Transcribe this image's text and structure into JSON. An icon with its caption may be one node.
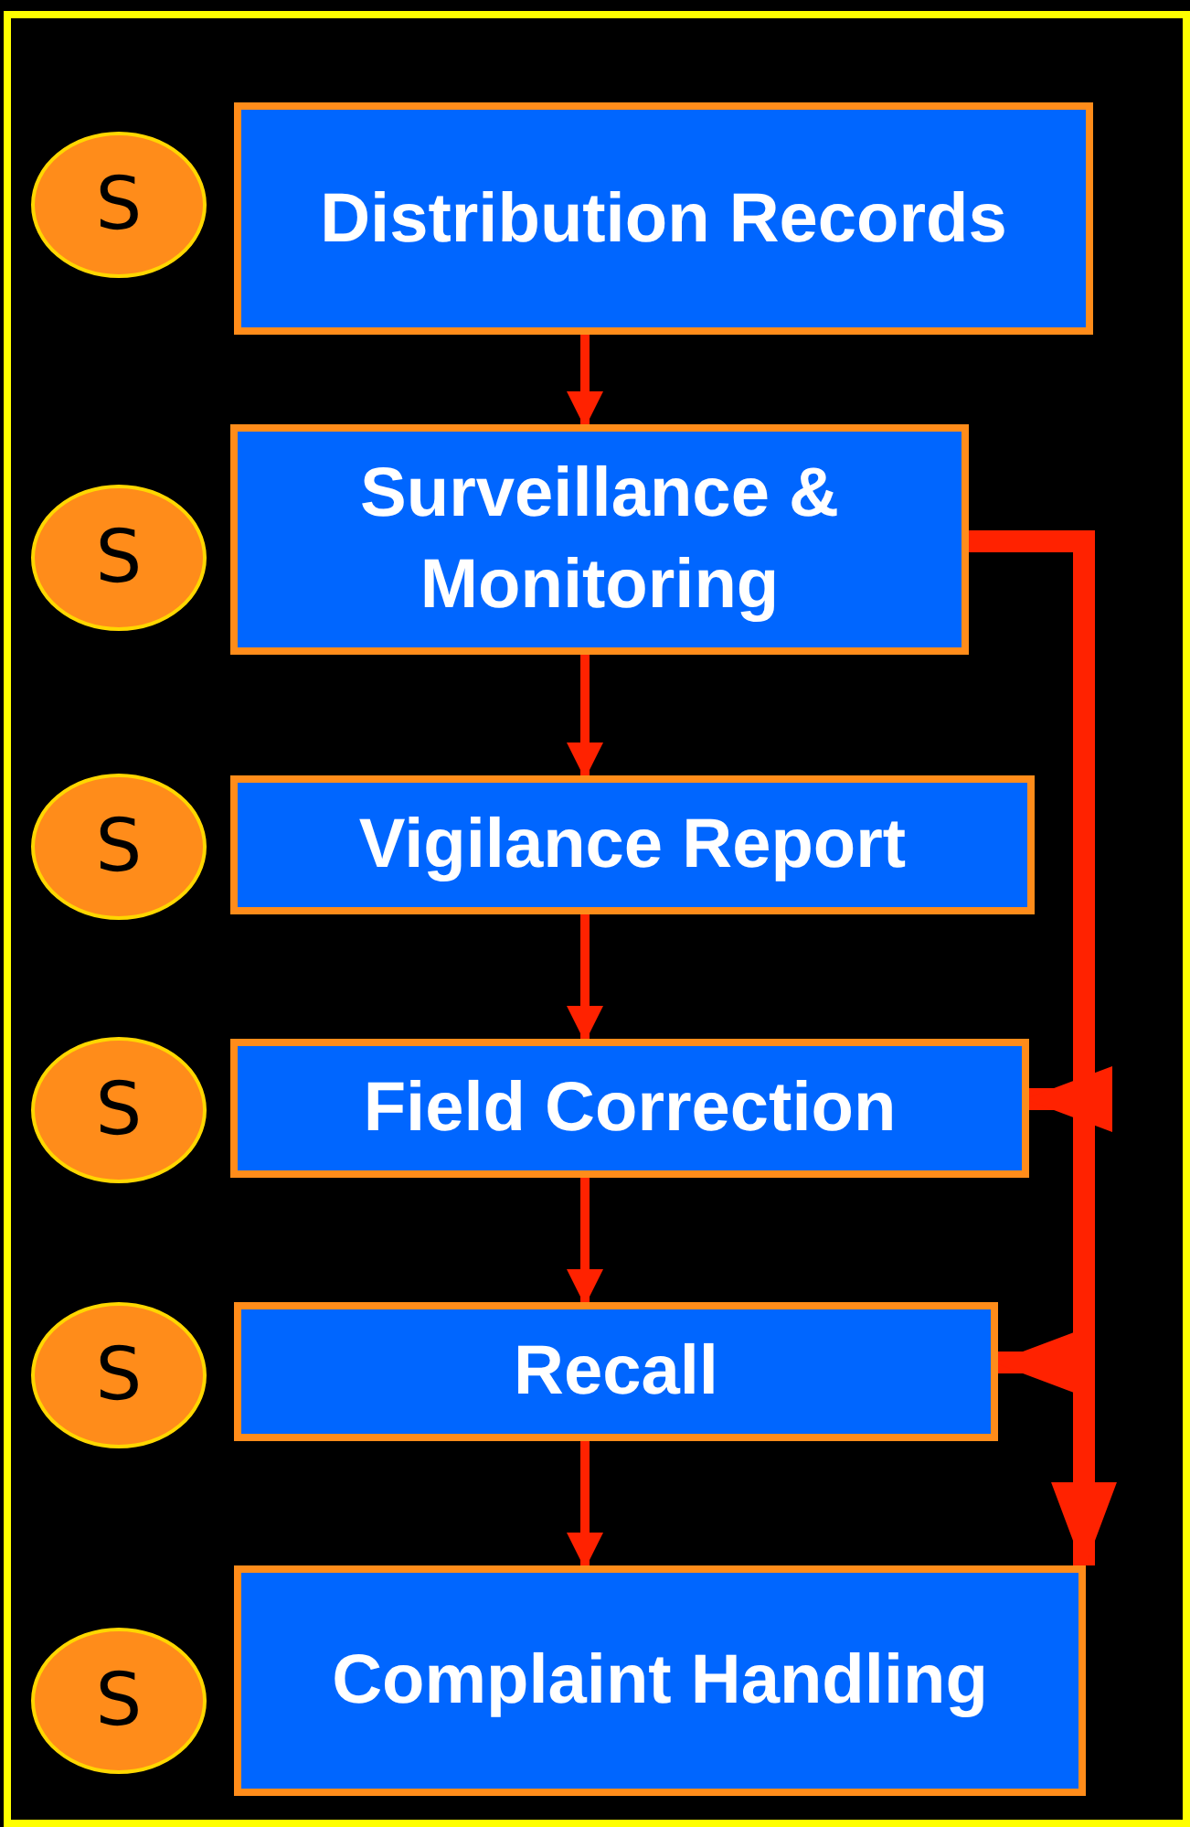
{
  "diagram": {
    "nodes": [
      {
        "text": [
          "S"
        ]
      },
      {
        "text": [
          "Distribution Records"
        ]
      },
      {
        "text": [
          "S"
        ]
      },
      {
        "text": [
          "Surveillance & Monitoring"
        ]
      },
      {
        "text": [
          "S"
        ]
      },
      {
        "text": [
          "Vigilance Report"
        ]
      },
      {
        "text": [
          "S"
        ]
      },
      {
        "text": [
          "Field Correction"
        ]
      },
      {
        "text": [
          "S"
        ]
      },
      {
        "text": [
          "Recall"
        ]
      },
      {
        "text": [
          "S"
        ]
      },
      {
        "text": [
          "Complaint Handling"
        ]
      }
    ],
    "edges": [
      {
        "from": 1,
        "to": 3,
        "arrow": "to"
      },
      {
        "from": 3,
        "to": 5,
        "arrow": "to"
      },
      {
        "from": 5,
        "to": 7,
        "arrow": "to"
      },
      {
        "from": 7,
        "to": 9,
        "arrow": "to"
      },
      {
        "from": 9,
        "to": 11,
        "arrow": "to"
      },
      {
        "from": 3,
        "to": 7,
        "arrow": "to",
        "style": "thick"
      },
      {
        "from": 3,
        "to": 9,
        "arrow": "to",
        "style": "thick"
      },
      {
        "from": 3,
        "to": 11,
        "arrow": "to",
        "style": "thick"
      }
    ]
  }
}
